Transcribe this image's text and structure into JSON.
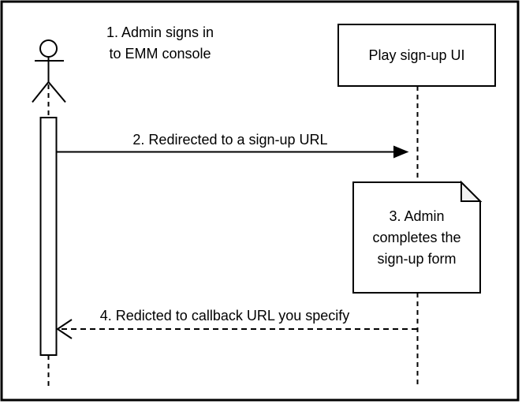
{
  "diagram": {
    "colors": {
      "stroke": "#000000",
      "background": "#ffffff",
      "note_fold": "#f2f2f2"
    },
    "participant": {
      "label": "Play sign-up UI"
    },
    "messages": {
      "m1": "1. Admin signs in\nto EMM console",
      "m2": "2. Redirected to a sign-up URL",
      "m3": "3. Admin\ncompletes the\nsign-up form",
      "m4": "4. Redicted to callback URL you specify"
    }
  }
}
